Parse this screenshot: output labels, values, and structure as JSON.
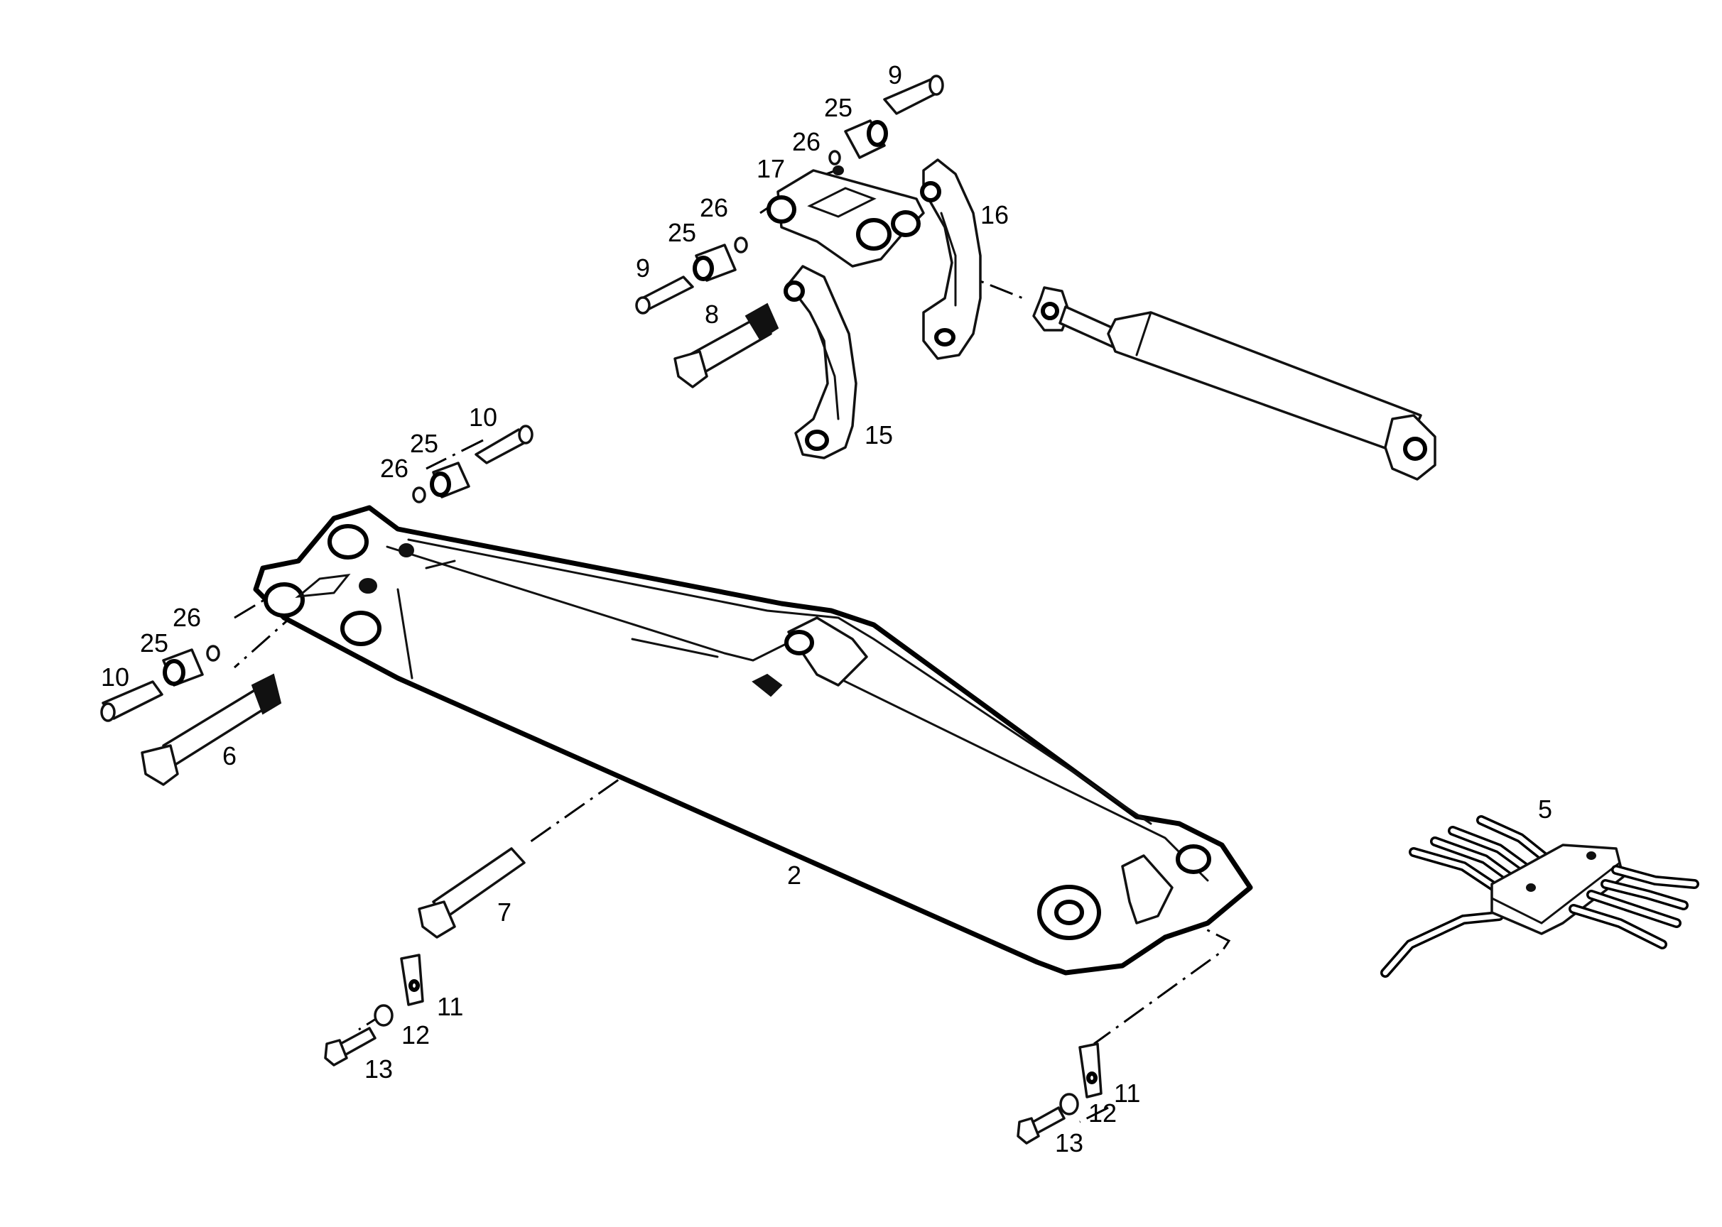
{
  "diagram": {
    "callouts": {
      "boom": "2",
      "valve_block": "5",
      "pin_boom_pivot": "6",
      "pin_cylinder": "7",
      "pin_link": "8",
      "pin_top_upper": "9",
      "pin_top_left": "9",
      "pin_boom_top": "10",
      "pin_boom_left": "10",
      "lock_plate_left": "11",
      "lock_plate_right": "11",
      "washer_left": "12",
      "washer_right": "12",
      "bolt_left": "13",
      "bolt_right": "13",
      "link_left": "15",
      "link_right": "16",
      "lever_17": "17",
      "bushing_top_upper": "25",
      "bushing_top_left": "25",
      "bushing_boom_top": "25",
      "bushing_boom_left": "25",
      "ring_top_upper": "26",
      "ring_top_left": "26",
      "ring_boom_top": "26",
      "ring_boom_left": "26"
    }
  }
}
